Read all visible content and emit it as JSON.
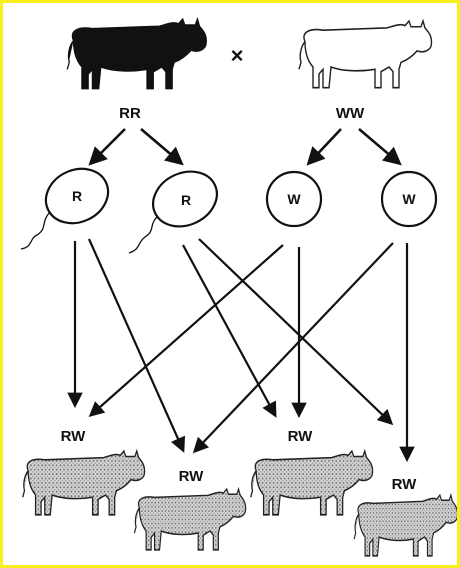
{
  "cross_symbol": "×",
  "parents": {
    "left": {
      "genotype": "RR",
      "icon": "black-bull-icon"
    },
    "right": {
      "genotype": "WW",
      "icon": "white-cow-icon"
    }
  },
  "gametes": {
    "sperm": [
      "R",
      "R"
    ],
    "eggs": [
      "W",
      "W"
    ]
  },
  "offspring": [
    "RW",
    "RW",
    "RW",
    "RW"
  ],
  "colors": {
    "frame_border": "#f7ef1e",
    "ink": "#111111",
    "roan_fill": "#bdbdbd"
  }
}
